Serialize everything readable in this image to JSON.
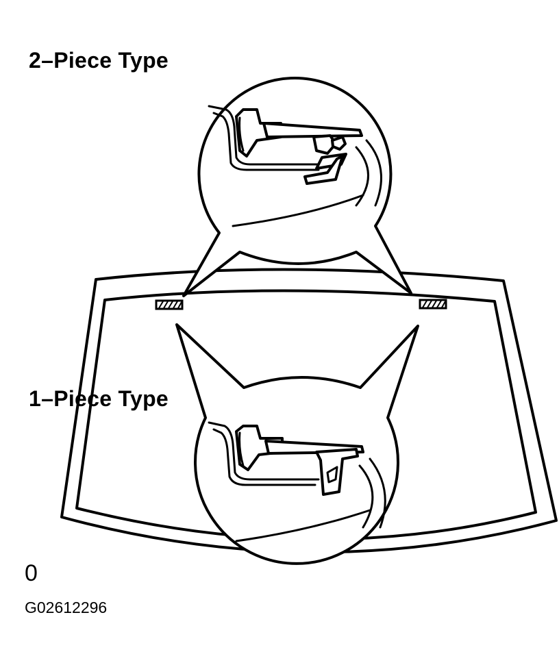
{
  "labels": {
    "two_piece": "2–Piece Type",
    "one_piece": "1–Piece Type",
    "figure_number": "0",
    "image_code": "G02612296"
  },
  "colors": {
    "ink": "#000000",
    "background": "#ffffff"
  }
}
